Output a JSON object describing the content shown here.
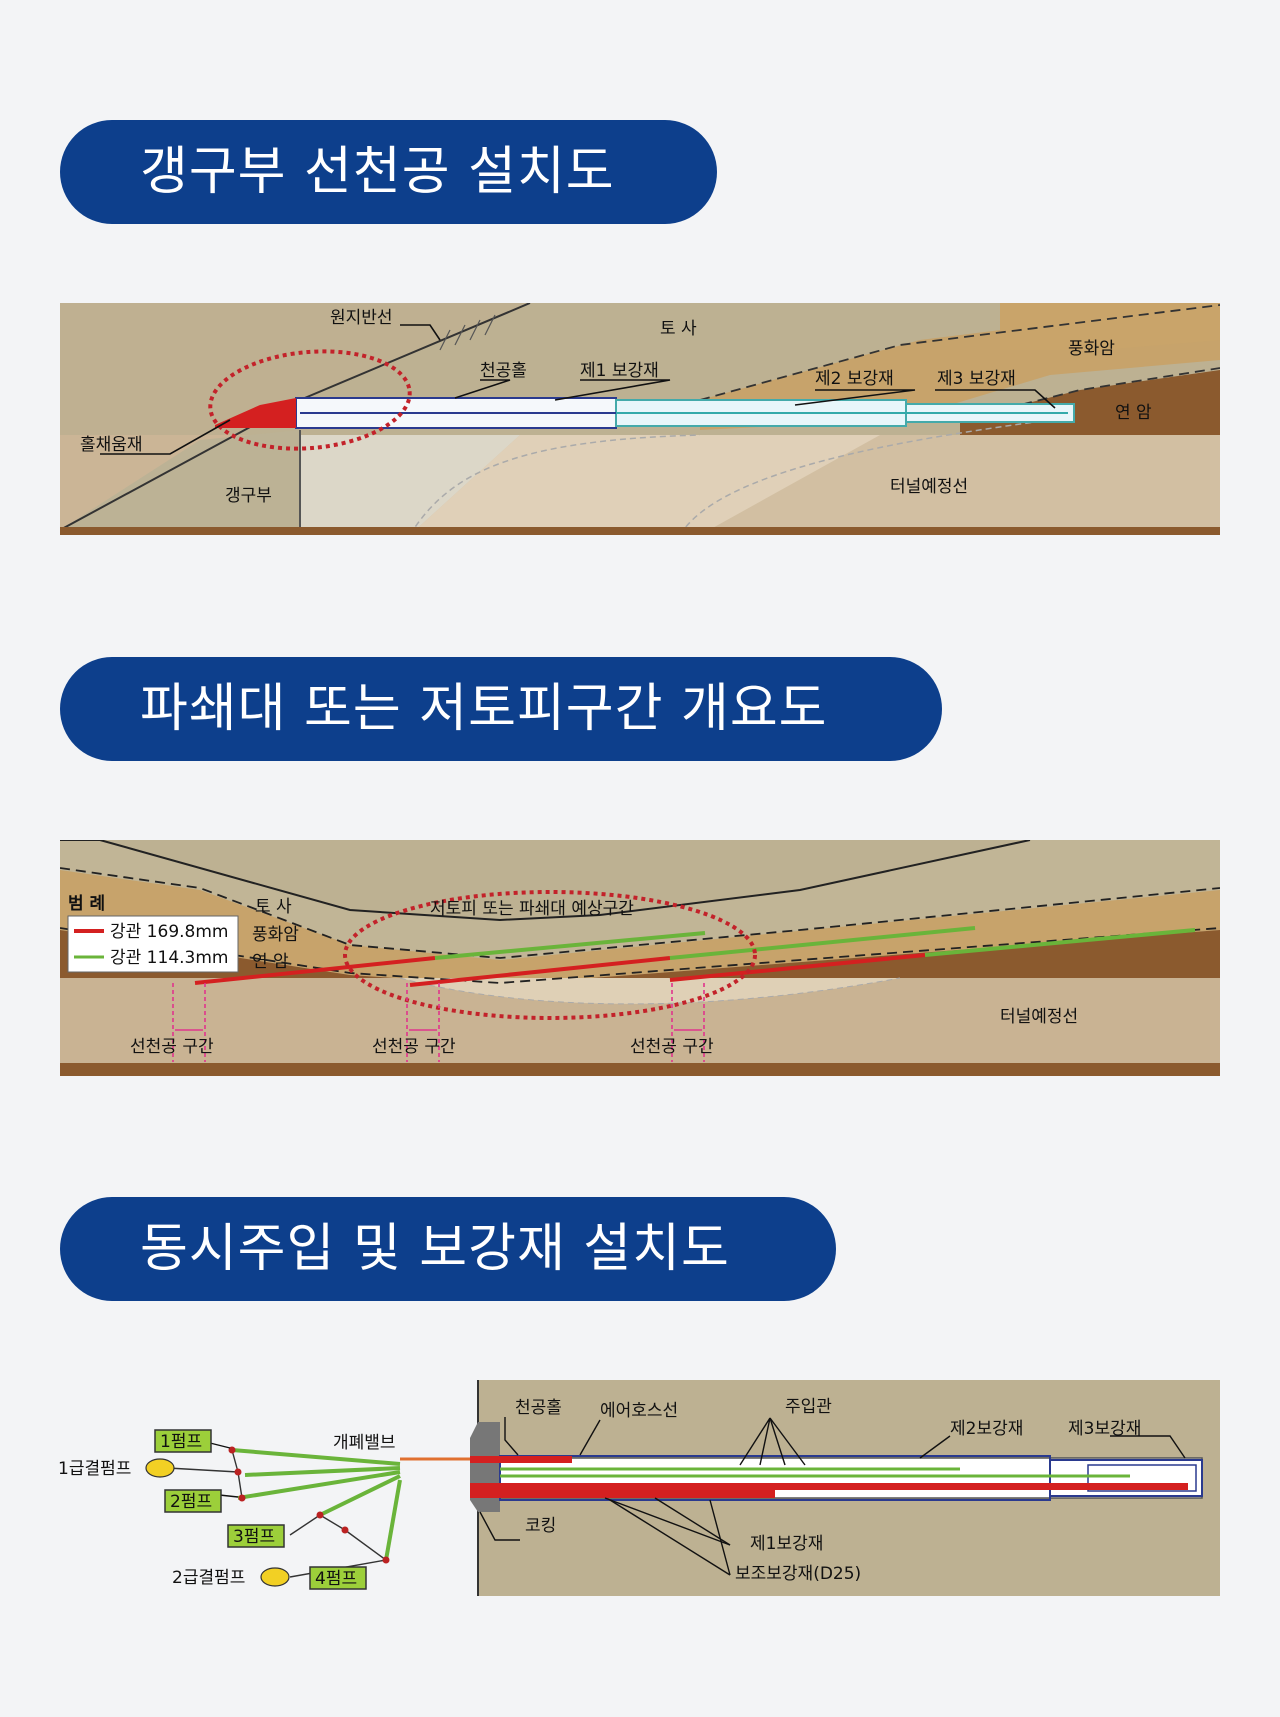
{
  "titles": {
    "t1": "갱구부 선천공 설치도",
    "t2": "파쇄대 또는 저토피구간 개요도",
    "t3": "동시주입 및 보강재 설치도"
  },
  "d1": {
    "wonji": "원지반선",
    "tosa": "토 사",
    "punghwaam": "풍화암",
    "yeonam": "연 암",
    "cheongonghol": "천공홀",
    "je1": "제1 보강재",
    "je2": "제2 보강재",
    "je3": "제3 보강재",
    "holchaeum": "홀채움재",
    "gaenggubu": "갱구부",
    "tunnel": "터널예정선"
  },
  "d2": {
    "legend_title": "범 례",
    "legend_red": "강관 169.8mm",
    "legend_green": "강관 114.3mm",
    "tosa": "토 사",
    "punghwaam": "풍화암",
    "yeonam": "연 암",
    "zone": "저토피 또는 파쇄대 예상구간",
    "tunnel": "터널예정선",
    "section1": "선천공 구간",
    "section2": "선천공 구간",
    "section3": "선천공 구간",
    "colors": {
      "red": "#d42020",
      "green": "#6ab43a"
    }
  },
  "d3": {
    "pump1": "1펌프",
    "pump2": "2펌프",
    "pump3": "3펌프",
    "pump4": "4펌프",
    "supply1": "1급결펌프",
    "supply2": "2급결펌프",
    "valve": "개폐밸브",
    "cheongonghol": "천공홀",
    "air": "에어호스선",
    "juip": "주입관",
    "je2": "제2보강재",
    "je3": "제3보강재",
    "coking": "코킹",
    "je1": "제1보강재",
    "aux": "보조보강재(D25)"
  }
}
